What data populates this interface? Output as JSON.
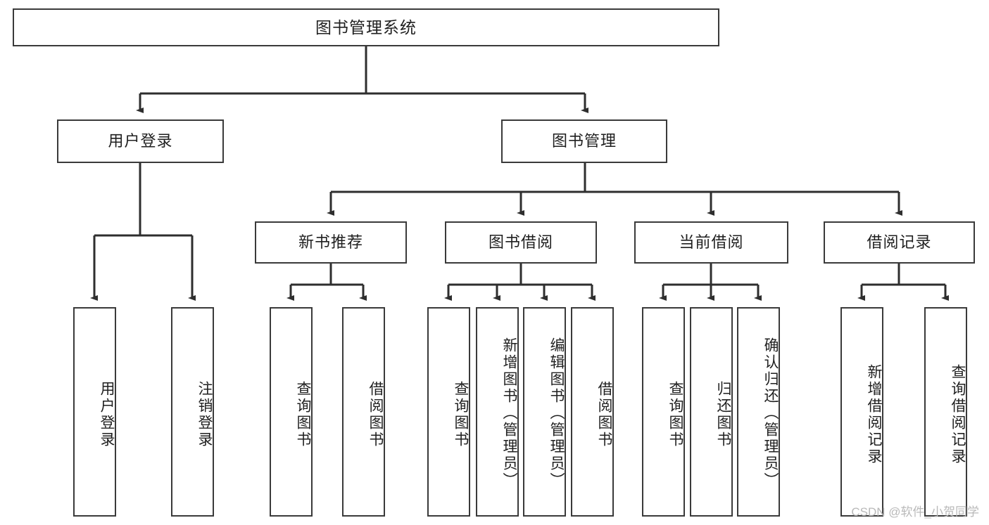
{
  "diagram": {
    "title": "图书管理系统",
    "type": "tree-hierarchy-diagram",
    "accent_color": "#3a3a3a",
    "background_color": "#ffffff",
    "root": "图书管理系统",
    "level2": {
      "user_login": "用户登录",
      "book_management": "图书管理"
    },
    "level3": {
      "new_book_recommend": "新书推荐",
      "book_borrow": "图书借阅",
      "current_borrow": "当前借阅",
      "borrow_record": "借阅记录"
    },
    "leaves": {
      "user_login": [
        "用户登录",
        "注销登录"
      ],
      "new_book_recommend": [
        "查询图书",
        "借阅图书"
      ],
      "book_borrow": [
        "查询图书",
        "新增图书（管理员）",
        "编辑图书（管理员）",
        "借阅图书"
      ],
      "current_borrow": [
        "查询图书",
        "归还图书",
        "确认归还（管理员）"
      ],
      "borrow_record": [
        "新增借阅记录",
        "查询借阅记录"
      ]
    }
  },
  "watermark": {
    "text": "CSDN @软件_小贺同学"
  }
}
